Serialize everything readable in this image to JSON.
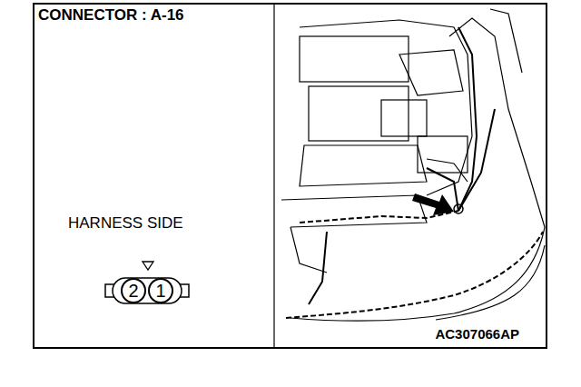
{
  "diagram": {
    "title": "CONNECTOR : A-16",
    "nodes": [
      {
        "text": [
          "2"
        ]
      },
      {
        "text": [
          "1"
        ]
      }
    ],
    "labels": [
      "HARNESS SIDE",
      "AC307066AP"
    ]
  }
}
